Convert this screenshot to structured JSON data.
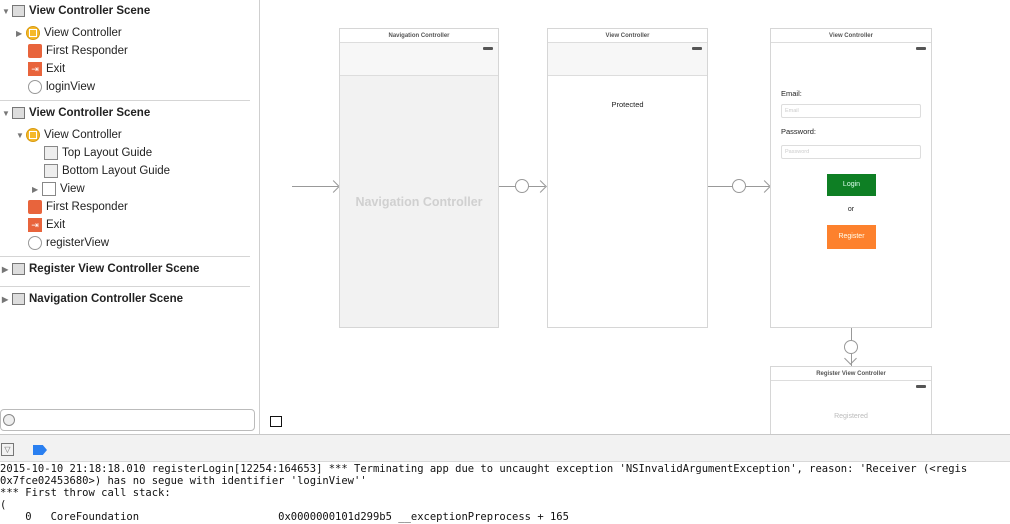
{
  "outline": {
    "scene1": "View Controller Scene",
    "vc1": "View Controller",
    "fr1": "First Responder",
    "exit1": "Exit",
    "segue1": "loginView",
    "scene2": "View Controller Scene",
    "vc2": "View Controller",
    "top_guide": "Top Layout Guide",
    "bottom_guide": "Bottom Layout Guide",
    "view": "View",
    "fr2": "First Responder",
    "exit2": "Exit",
    "segue2": "registerView",
    "scene3": "Register View Controller Scene",
    "scene4": "Navigation Controller Scene"
  },
  "canvas": {
    "nav": {
      "title": "Navigation Controller",
      "placeholder": "Navigation Controller"
    },
    "protected": {
      "title": "View Controller",
      "label": "Protected"
    },
    "login": {
      "title": "View Controller",
      "email_label": "Email:",
      "email_placeholder": "Email",
      "password_label": "Password:",
      "password_placeholder": "Password",
      "login_button": "Login",
      "or": "or",
      "register_button": "Register",
      "login_color": "#0e7f24",
      "register_color": "#fd812d"
    },
    "register": {
      "title": "Register View Controller",
      "faint_label": "Registered"
    }
  },
  "console": {
    "lines": [
      "2015-10-10 21:18:18.010 registerLogin[12254:164653] *** Terminating app due to uncaught exception 'NSInvalidArgumentException', reason: 'Receiver (<regis",
      "0x7fce02453680>) has no segue with identifier 'loginView''",
      "*** First throw call stack:",
      "(",
      "    0   CoreFoundation                      0x0000000101d299b5 __exceptionPreprocess + 165"
    ]
  }
}
